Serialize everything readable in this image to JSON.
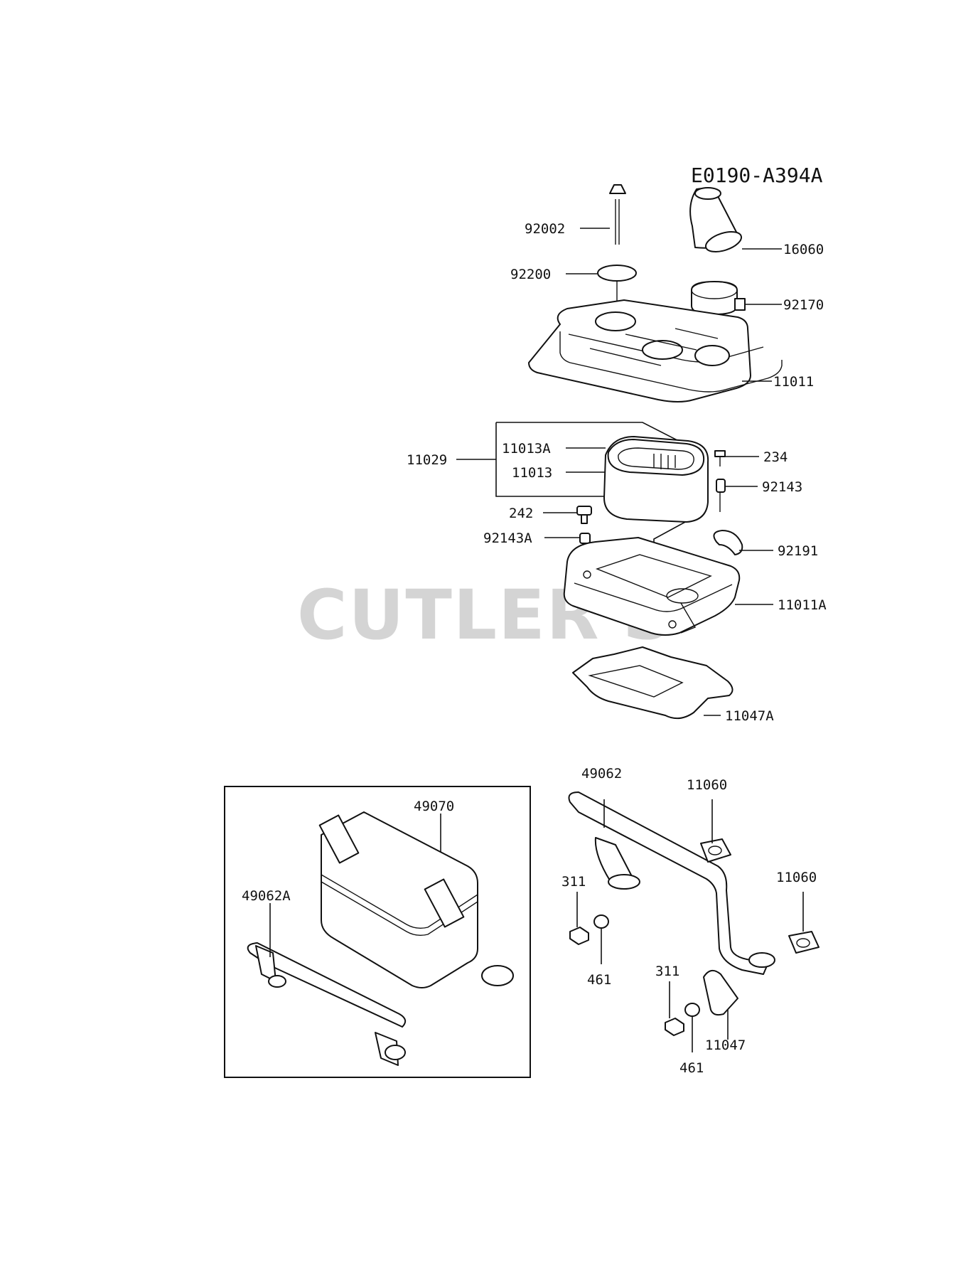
{
  "diagram_code": "E0190-A394A",
  "watermark": "CUTLER'S",
  "labels": {
    "p92002": "92002",
    "p92200": "92200",
    "p16060": "16060",
    "p92170": "92170",
    "p11011": "11011",
    "p11029": "11029",
    "p11013A": "11013A",
    "p11013": "11013",
    "p234": "234",
    "p92143": "92143",
    "p242": "242",
    "p92143A": "92143A",
    "p92191": "92191",
    "p11011A": "11011A",
    "p11047A": "11047A",
    "p49070": "49070",
    "p49062A": "49062A",
    "p49062": "49062",
    "p11060a": "11060",
    "p311a": "311",
    "p461a": "461",
    "p11060b": "11060",
    "p311b": "311",
    "p461b": "461",
    "p11047": "11047"
  }
}
